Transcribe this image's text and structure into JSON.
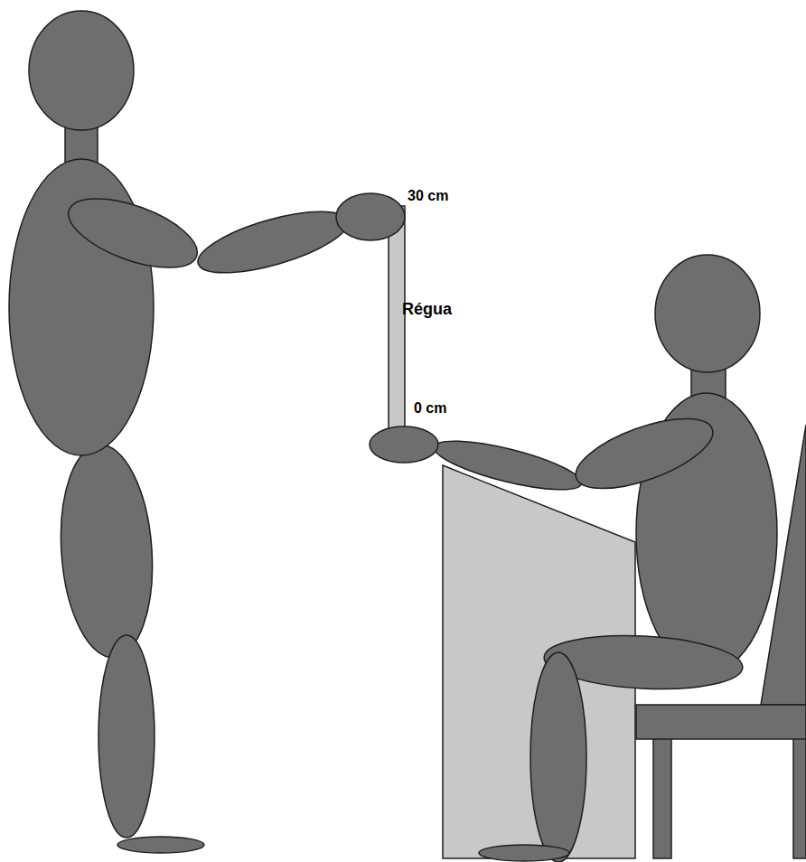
{
  "diagram": {
    "labels": [
      "30 cm",
      "Régua",
      "0 cm"
    ]
  }
}
